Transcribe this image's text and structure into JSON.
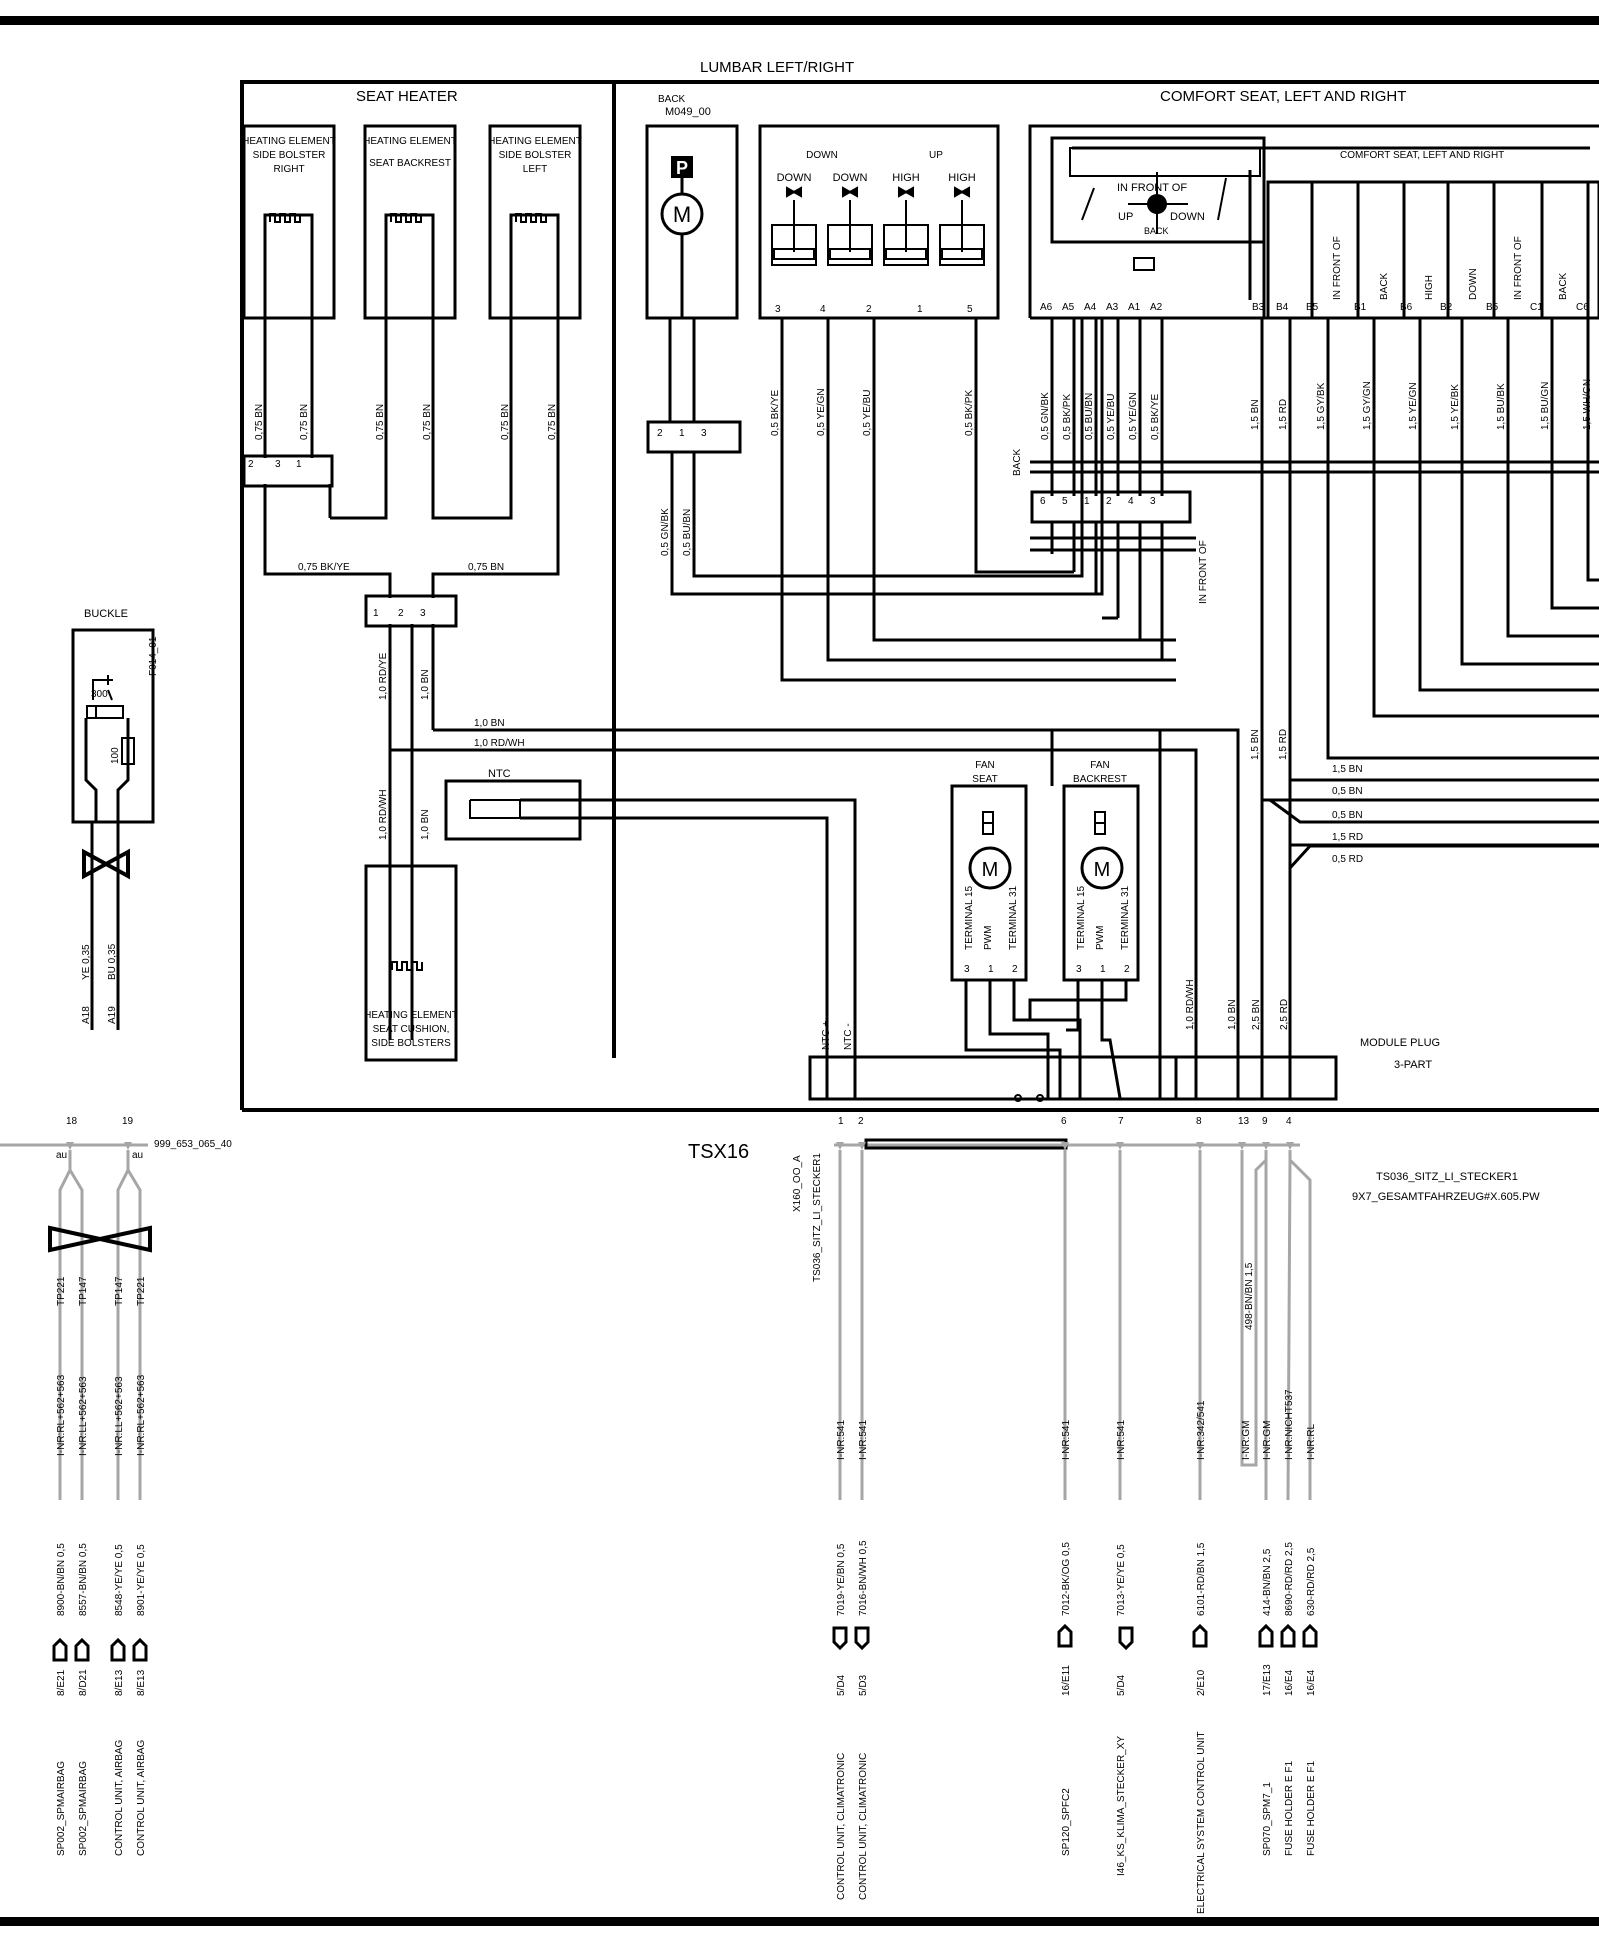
{
  "header": {
    "lumbar": "LUMBAR  LEFT/RIGHT",
    "seat_heater": "SEAT HEATER",
    "comfort_seat": "COMFORT SEAT, LEFT AND RIGHT",
    "comfort_seat_inner": "COMFORT SEAT, LEFT AND RIGHT"
  },
  "heating_elements": [
    {
      "l1": "HEATING ELEMENT",
      "l2": "SIDE BOLSTER",
      "l3": "RIGHT"
    },
    {
      "l1": "HEATING ELEMENT",
      "l2": "SEAT BACKREST",
      "l3": ""
    },
    {
      "l1": "HEATING ELEMENT",
      "l2": "SIDE BOLSTER",
      "l3": "LEFT"
    }
  ],
  "heating_cushion": {
    "l1": "HEATING ELEMENT",
    "l2": "SEAT CUSHION,",
    "l3": "SIDE BOLSTERS"
  },
  "lumbar_motor": {
    "back": "BACK",
    "id": "M049_00",
    "p": "P",
    "m": "M"
  },
  "lumbar_switch": {
    "down_head": "DOWN",
    "up_head": "UP",
    "labels": [
      "DOWN",
      "DOWN",
      "HIGH",
      "HIGH"
    ],
    "pins": [
      "3",
      "4",
      "2",
      "1",
      "5"
    ]
  },
  "comfort_switch": {
    "in_front_of": "IN FRONT OF",
    "up": "UP",
    "down": "DOWN",
    "back": "BACK",
    "pins": [
      "A6",
      "A5",
      "A4",
      "A3",
      "A1",
      "A2"
    ],
    "b_pins": [
      "B3",
      "B4",
      "B5",
      "B1",
      "B6",
      "B2",
      "B5",
      "C1",
      "C6"
    ],
    "vert_labels": [
      "IN FRONT OF",
      "BACK",
      "HIGH",
      "DOWN",
      "IN FRONT OF",
      "BACK"
    ]
  },
  "wires": {
    "heater_lr": [
      "0,75 BN",
      "0,75 BN",
      "0,75 BN",
      "0,75 BN",
      "0,75 BN",
      "0,75 BN"
    ],
    "heater_bk_ye": "0,75 BK/YE",
    "heater_bn": "0,75 BN",
    "rd_ye": "1,0 RD/YE",
    "bn_10": "1,0 BN",
    "rd_wh": "1,0 RD/WH",
    "bn_h": "1,0 BN",
    "rd_wh_h": "1,0 RD/WH",
    "lumbar_motor": [
      "0,5 GN/BK",
      "0,5 BU/BN"
    ],
    "lumbar_switch": [
      "0,5 BK/YE",
      "0,5 YE/GN",
      "0,5 YE/BU",
      "0,5 BK/PK"
    ],
    "comfort_a": [
      "0,5 GN/BK",
      "0,5 BK/PK",
      "0,5 BU/BN",
      "0,5 YE/BU",
      "0,5 YE/GN",
      "0,5 BK/YE"
    ],
    "comfort_b": [
      "1,5 BN",
      "1,5 RD",
      "1,5 GY/BK",
      "1,5 GY/GN",
      "1,5 YE/GN",
      "1,5 YE/BK",
      "1,5 BU/BK",
      "1,5 BU/GN",
      "1,5 WH/GN"
    ],
    "bus_right": [
      "1,5 BN",
      "0,5 BN",
      "0,5 BN",
      "1,5 RD",
      "0,5 RD"
    ],
    "mid_vert": [
      "1,5 BN",
      "1,5 RD"
    ],
    "bottom_vert": [
      "1,0 RD/WH",
      "1,0 BN",
      "2,5 BN",
      "2,5 RD"
    ],
    "back": "BACK",
    "in_front_of": "IN FRONT OF"
  },
  "ntc": {
    "label": "NTC",
    "plus": "NTC +",
    "minus": "NTC -"
  },
  "fans": [
    {
      "l1": "FAN",
      "l2": "SEAT",
      "t15": "TERMINAL 15",
      "pwm": "PWM",
      "t31": "TERMINAL 31",
      "pins": [
        "3",
        "1",
        "2"
      ],
      "m": "M"
    },
    {
      "l1": "FAN",
      "l2": "BACKREST",
      "t15": "TERMINAL 15",
      "pwm": "PWM",
      "t31": "TERMINAL 31",
      "pins": [
        "3",
        "1",
        "2"
      ],
      "m": "M"
    }
  ],
  "module_plug": {
    "l1": "MODULE PLUG",
    "l2": "3-PART"
  },
  "buckle": {
    "label": "BUCKLE",
    "id": "F014_01",
    "r1": "300",
    "r2": "100",
    "w1": "YE 0,35",
    "w2": "BU 0,35",
    "p1": "A18",
    "p2": "A19"
  },
  "connectors": {
    "lumbar_motor_pins": [
      "2",
      "1",
      "3"
    ],
    "heater_top_pins": [
      "2",
      "3",
      "1"
    ],
    "heater_mid_pins": [
      "1",
      "2",
      "3"
    ],
    "comfort_pins": [
      "6",
      "5",
      "1",
      "2",
      "4",
      "3"
    ]
  },
  "harness": {
    "left_pins": [
      "18",
      "19"
    ],
    "left_au": [
      "au",
      "au"
    ],
    "left_id": "999_653_065_40",
    "tsx": "TSX16",
    "x160": "X160_OO_A",
    "ts036": "TS036_SITZ_LI_STECKER1",
    "right_id1": "TS036_SITZ_LI_STECKER1",
    "right_id2": "9X7_GESAMTFAHRZEUG#X.605.PW",
    "pins": [
      "1",
      "2",
      "6",
      "7",
      "8",
      "13",
      "9",
      "4"
    ]
  },
  "left_branches": [
    {
      "tp": "TP221",
      "inr": "I-NR:RL+562+563",
      "wire": "8900-BN/BN 0,5",
      "ref": "8/E21",
      "dest": "SP002_SPMAIRBAG"
    },
    {
      "tp": "TP147",
      "inr": "I-NR:LL+562+563",
      "wire": "8557-BN/BN 0,5",
      "ref": "8/D21",
      "dest": "SP002_SPMAIRBAG"
    },
    {
      "tp": "TP147",
      "inr": "I-NR:LL+562+563",
      "wire": "8548-YE/YE 0,5",
      "ref": "8/E13",
      "dest": "CONTROL UNIT, AIRBAG"
    },
    {
      "tp": "TP221",
      "inr": "I-NR:RL+562+563",
      "wire": "8901-YE/YE 0,5",
      "ref": "8/E13",
      "dest": "CONTROL UNIT, AIRBAG"
    }
  ],
  "right_branches": [
    {
      "inr": "I-NR:541",
      "wire": "7019-YE/BN 0,5",
      "ref": "5/D4",
      "dest": "CONTROL UNIT, CLIMATRONIC"
    },
    {
      "inr": "I-NR:541",
      "wire": "7016-BN/WH 0,5",
      "ref": "5/D3",
      "dest": "CONTROL UNIT, CLIMATRONIC"
    },
    {
      "inr": "I-NR:541",
      "wire": "7012-BK/OG 0,5",
      "ref": "16/E11",
      "dest": "SP120_SPFC2"
    },
    {
      "inr": "I-NR:541",
      "wire": "7013-YE/YE 0,5",
      "ref": "5/D4",
      "dest": "I46_KS_KLIMA_STECKER_XY"
    },
    {
      "inr": "I-NR:342/541",
      "wire": "6101-RD/BN 1,5",
      "ref": "2/E10",
      "dest": "ELECTRICAL SYSTEM CONTROL UNIT"
    },
    {
      "inr": "I-NR:GM",
      "wire": "",
      "ref": "",
      "dest": ""
    },
    {
      "inr": "I-NR:GM",
      "wire": "414-BN/BN 2,5",
      "ref": "17/E13",
      "dest": "SP070_SPM7_1"
    },
    {
      "inr": "I-NR:NICHT537",
      "wire": "8690-RD/RD 2,5",
      "ref": "16/E4",
      "dest": "FUSE HOLDER E   F1"
    },
    {
      "inr": "I-NR:RL",
      "wire": "630-RD/RD 2,5",
      "ref": "16/E4",
      "dest": "FUSE HOLDER E   F1"
    }
  ],
  "splice_wire": "498-BN/BN 1,5"
}
